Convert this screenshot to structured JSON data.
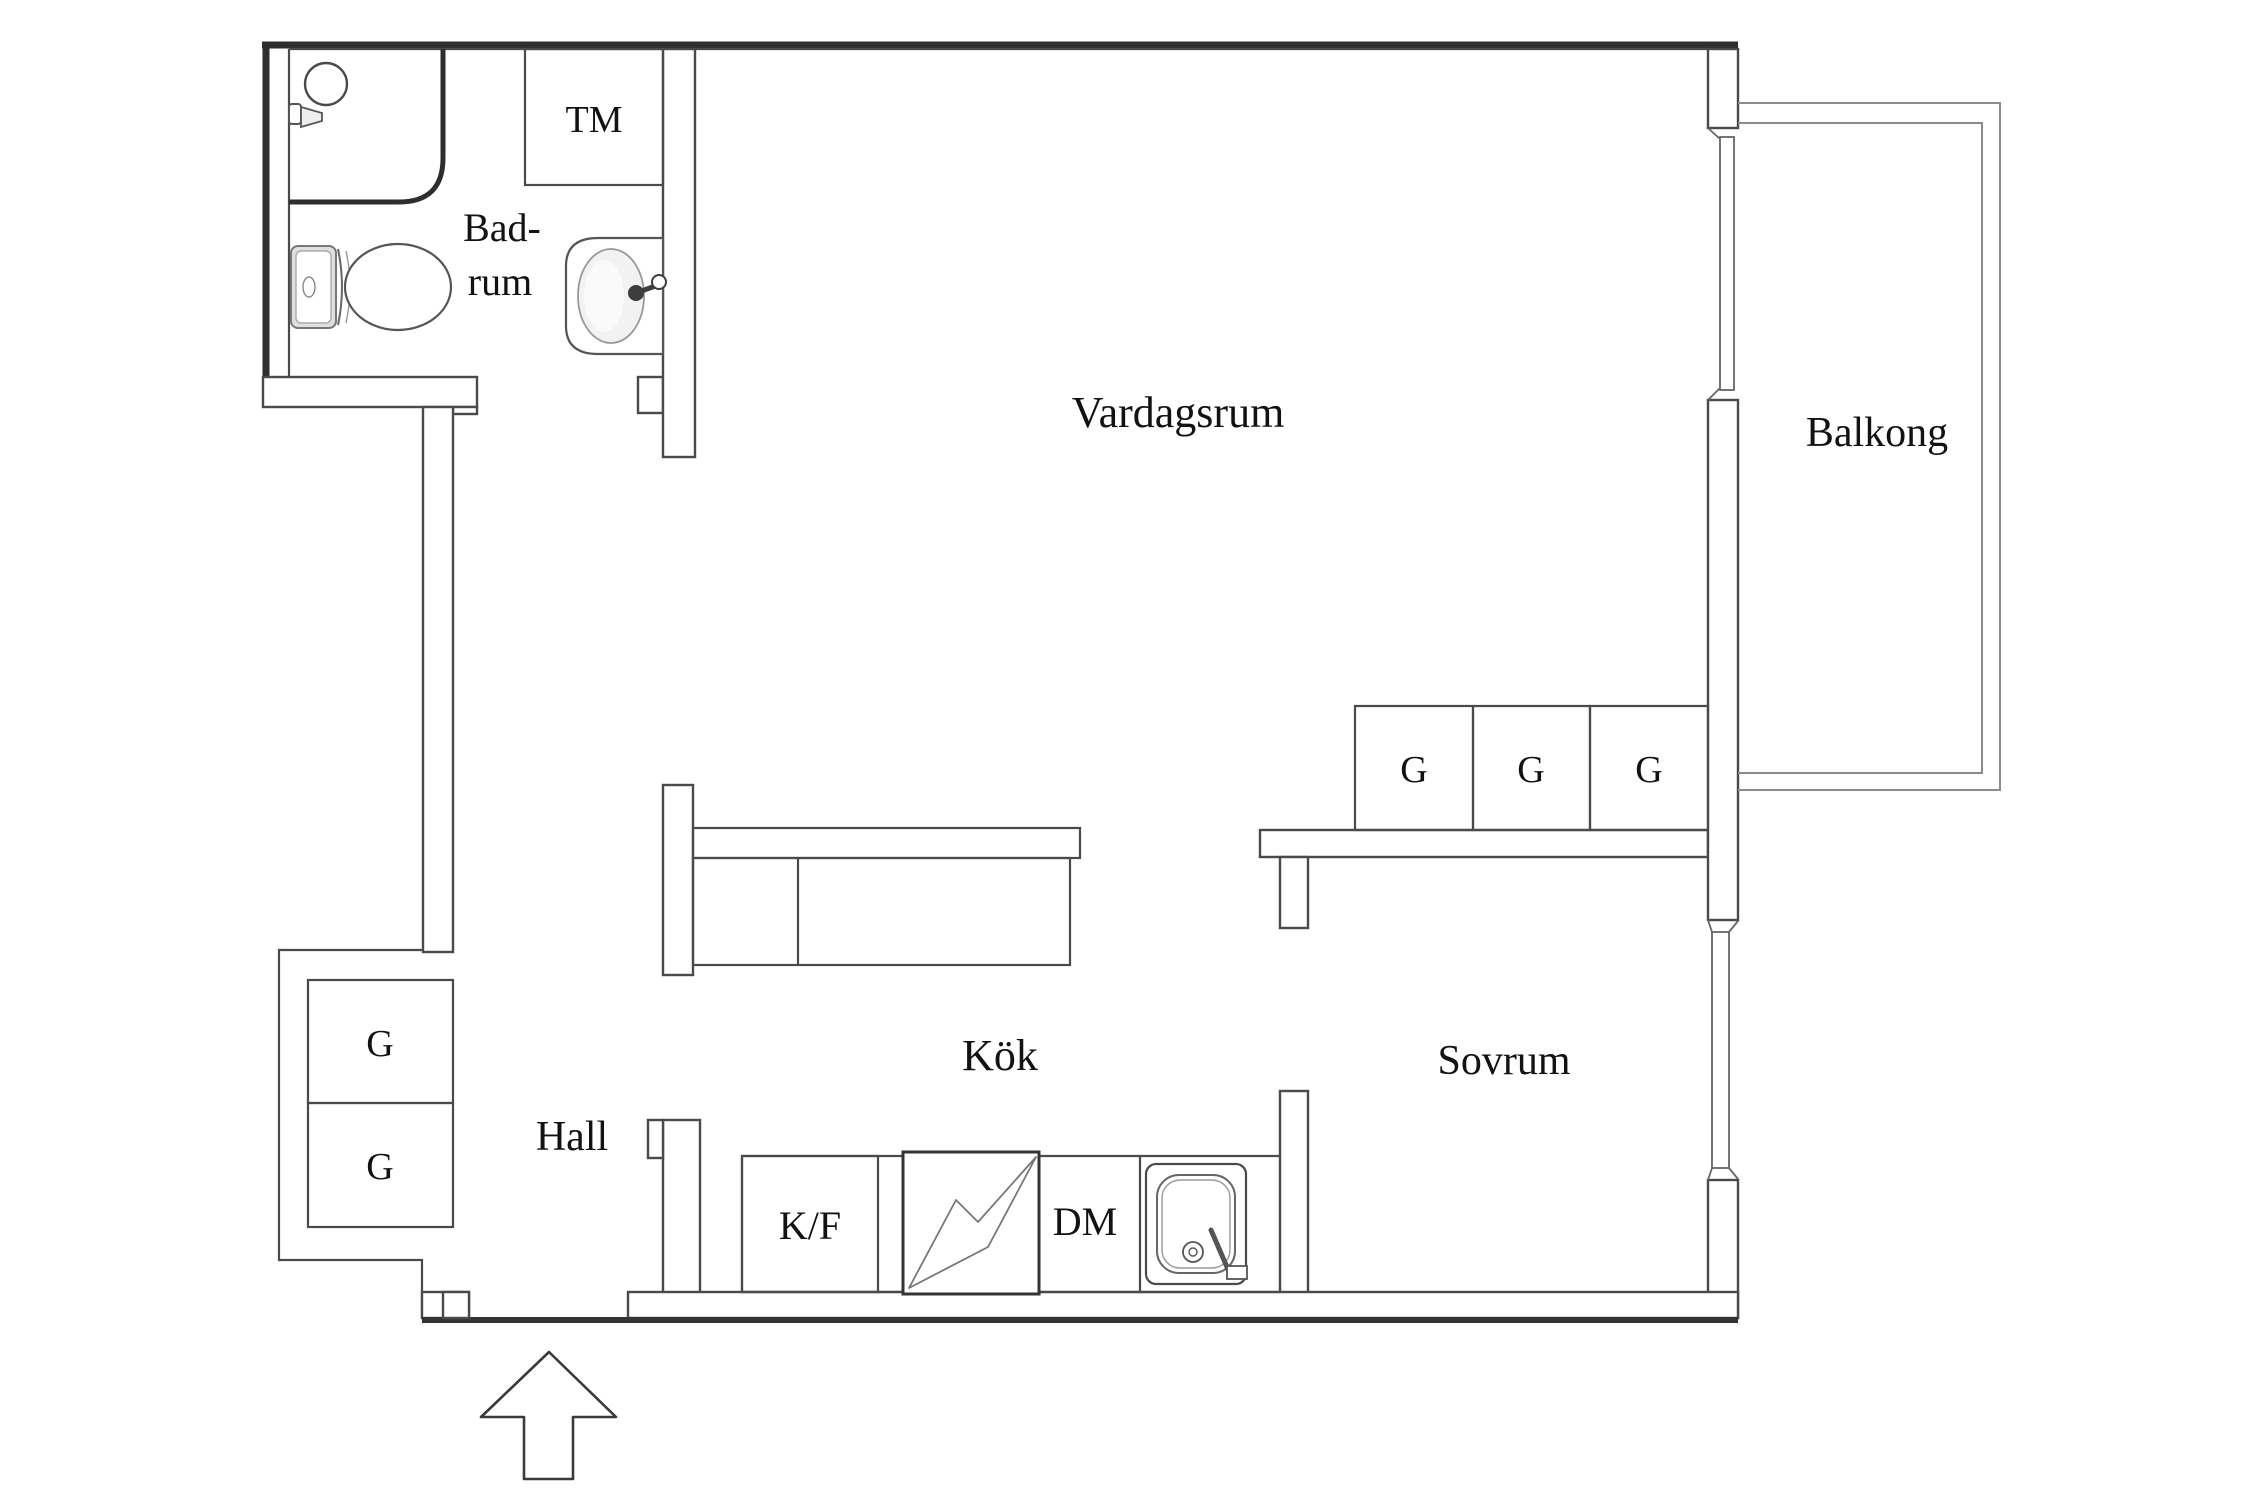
{
  "floor_plan": {
    "rooms": {
      "living_room": "Vardagsrum",
      "balcony": "Balkong",
      "bathroom_line1": "Bad-",
      "bathroom_line2": "rum",
      "kitchen": "Kök",
      "bedroom": "Sovrum",
      "hall": "Hall"
    },
    "appliances": {
      "washing_machine": "TM",
      "fridge_freezer": "K/F",
      "dishwasher": "DM",
      "wardrobe": "G"
    },
    "colors": {
      "background": "#ffffff",
      "outer_wall": "#2e2e2e",
      "wall_line": "#4a4a4a",
      "balcony_line": "#8c8c8c",
      "fixture_gray": "#e0e0e0",
      "text": "#121212"
    }
  }
}
